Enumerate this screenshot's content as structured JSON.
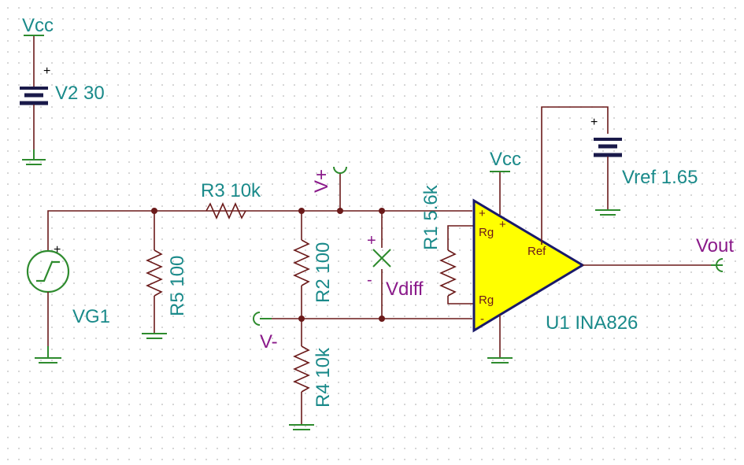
{
  "labels": {
    "vcc_top": "Vcc",
    "v2": "V2 30",
    "vg1": "VG1",
    "r5": "R5 100",
    "r3": "R3 10k",
    "r2": "R2 100",
    "r4": "R4 10k",
    "vplus": "V+",
    "vminus": "V-",
    "vdiff": "Vdiff",
    "r1": "R1 5.6k",
    "vcc_amp": "Vcc",
    "vref": "Vref 1.65",
    "vout": "Vout",
    "u1": "U1 INA826",
    "rg_top": "Rg",
    "rg_bot": "Rg",
    "ref": "Ref",
    "in_plus": "+",
    "in_minus": "-",
    "rg_plus": "+",
    "v2_plus": "+",
    "vg1_plus": "+",
    "vref_plus": "+",
    "vdiff_plus": "+",
    "vdiff_minus": "-"
  },
  "colors": {
    "wire": "#6b1a1a",
    "ground": "#2e8b2e",
    "label_teal": "#1a8a8a",
    "label_purple": "#8a1a8a",
    "amp_fill": "#ffff00",
    "amp_stroke": "#1a1a6a"
  }
}
